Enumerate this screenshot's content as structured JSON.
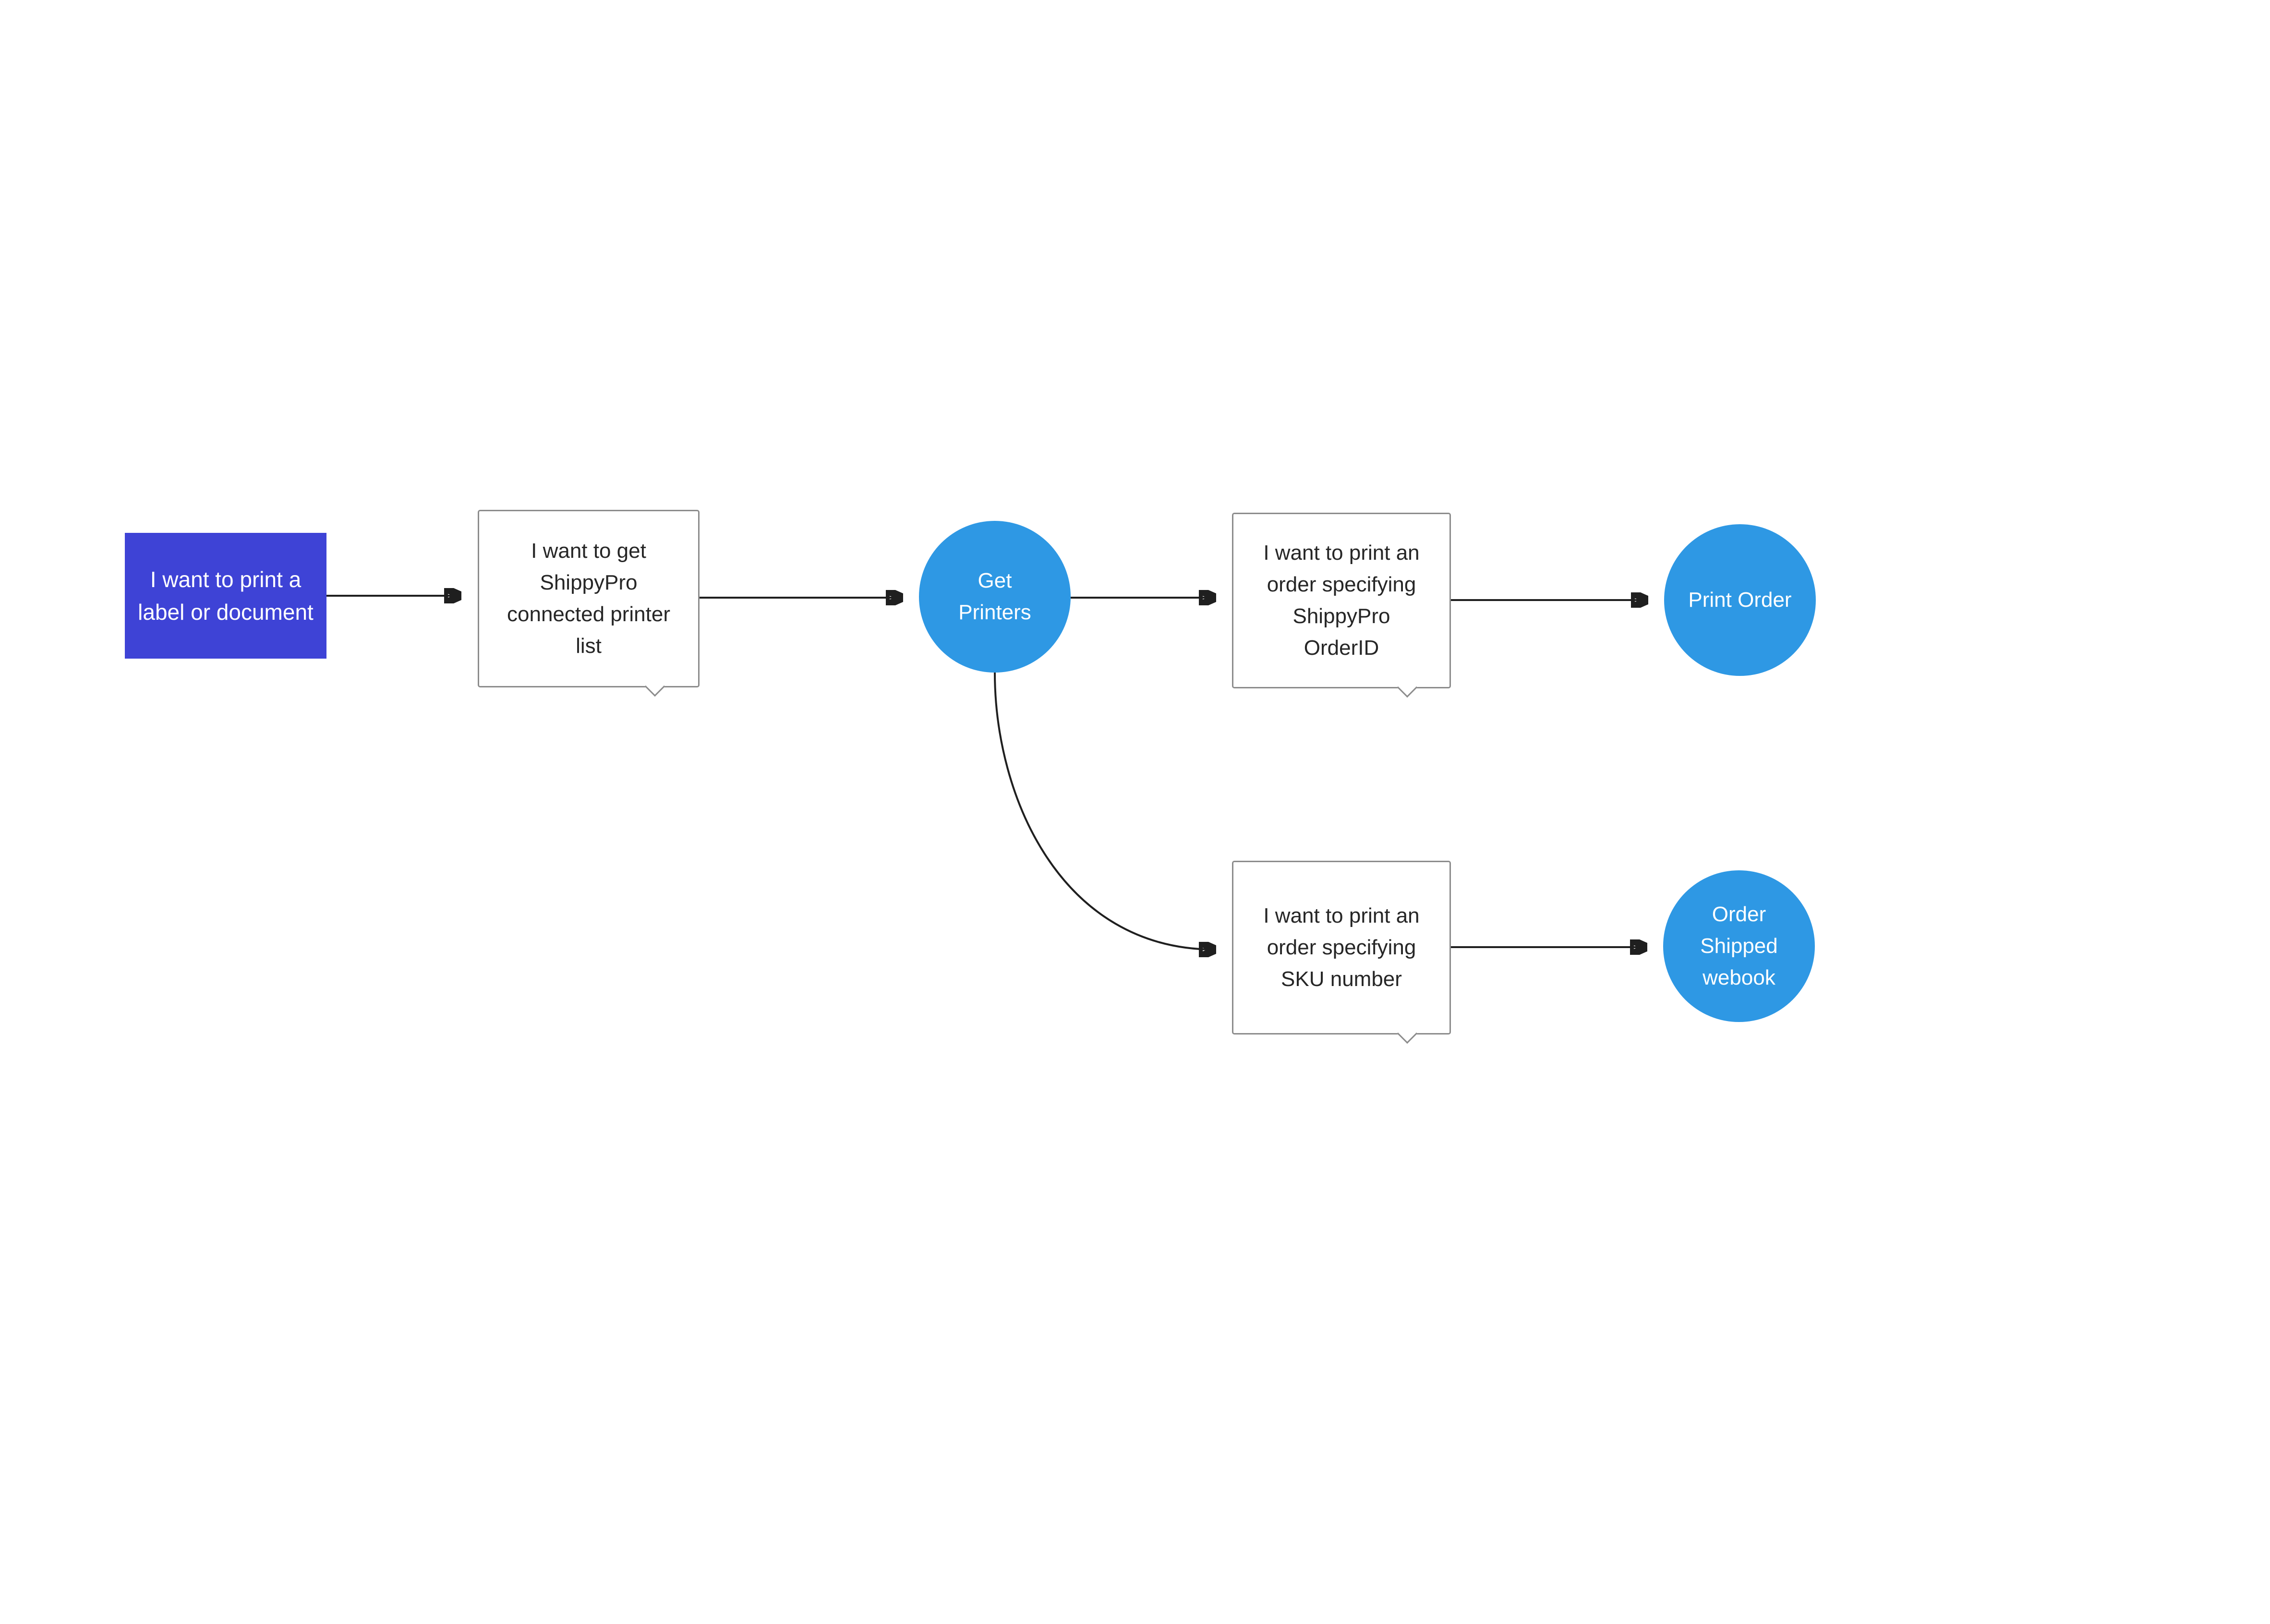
{
  "diagram": {
    "type": "flowchart",
    "colors": {
      "start_node_fill": "#3e43d6",
      "action_circle_fill": "#2e98e4",
      "bubble_border": "#8c8c8c",
      "connector": "#1f1f1f",
      "background": "#ffffff"
    },
    "nodes": {
      "start": {
        "label": "I want to print a label or document",
        "shape": "rectangle"
      },
      "get_printer_list": {
        "label": "I want to get ShippyPro connected printer list",
        "shape": "speech-bubble"
      },
      "get_printers": {
        "label": "Get Printers",
        "shape": "circle"
      },
      "print_order_orderid": {
        "label": "I want to print an order specifying ShippyPro OrderID",
        "shape": "speech-bubble"
      },
      "print_order": {
        "label": "Print Order",
        "shape": "circle"
      },
      "print_order_sku": {
        "label": "I want to print an order specifying SKU number",
        "shape": "speech-bubble"
      },
      "order_shipped_webhook": {
        "label": "Order Shipped webook",
        "shape": "circle"
      }
    },
    "edges": [
      {
        "from": "start",
        "to": "get_printer_list"
      },
      {
        "from": "get_printer_list",
        "to": "get_printers"
      },
      {
        "from": "get_printers",
        "to": "print_order_orderid"
      },
      {
        "from": "print_order_orderid",
        "to": "print_order"
      },
      {
        "from": "get_printers",
        "to": "print_order_sku"
      },
      {
        "from": "print_order_sku",
        "to": "order_shipped_webhook"
      }
    ]
  }
}
